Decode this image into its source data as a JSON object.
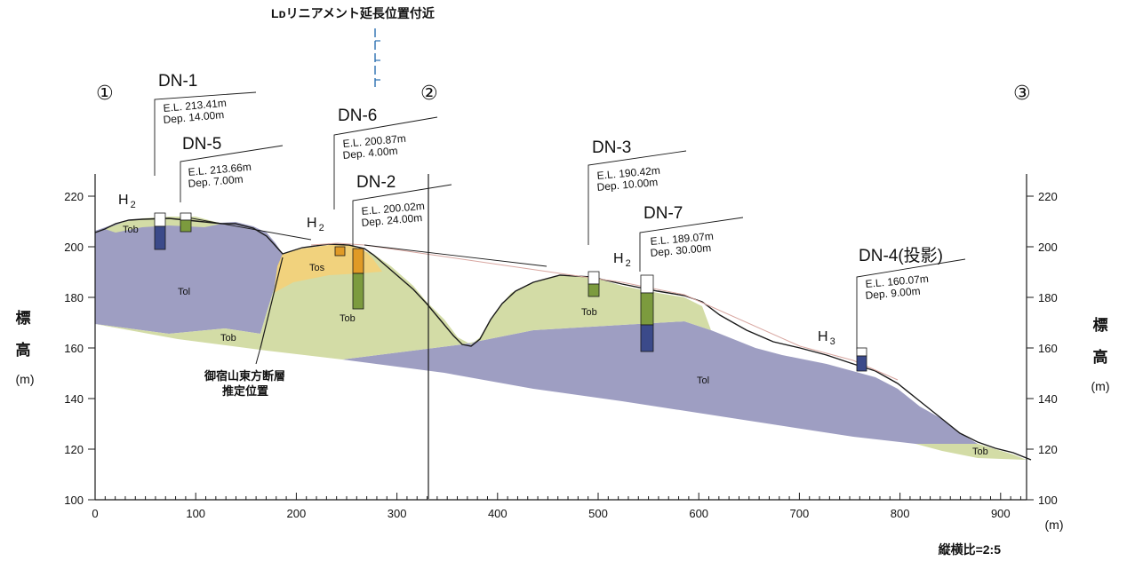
{
  "top_label": "Lᴅリニアメント延長位置付近",
  "section_markers": [
    "①",
    "②",
    "③"
  ],
  "axis": {
    "y_title_left": [
      "標",
      "高",
      "(m)"
    ],
    "y_title_right": [
      "標",
      "高",
      "(m)"
    ],
    "x_unit": "(m)",
    "x_ticks": [
      "0",
      "100",
      "200",
      "300",
      "400",
      "500",
      "600",
      "700",
      "800",
      "900"
    ],
    "y_ticks": [
      "100",
      "120",
      "140",
      "160",
      "180",
      "200",
      "220"
    ],
    "ratio": "縦横比=2:5"
  },
  "terraces": [
    {
      "main": "H",
      "sub": "2"
    },
    {
      "main": "H",
      "sub": "2"
    },
    {
      "main": "H",
      "sub": "2"
    },
    {
      "main": "H",
      "sub": "3"
    }
  ],
  "boreholes": [
    {
      "name": "DN-1",
      "el": "E.L. 213.41m",
      "dep": "Dep. 14.00m"
    },
    {
      "name": "DN-5",
      "el": "E.L. 213.66m",
      "dep": "Dep. 7.00m"
    },
    {
      "name": "DN-6",
      "el": "E.L. 200.87m",
      "dep": "Dep. 4.00m"
    },
    {
      "name": "DN-2",
      "el": "E.L. 200.02m",
      "dep": "Dep. 24.00m"
    },
    {
      "name": "DN-3",
      "el": "E.L. 190.42m",
      "dep": "Dep. 10.00m"
    },
    {
      "name": "DN-7",
      "el": "E.L. 189.07m",
      "dep": "Dep. 30.00m"
    },
    {
      "name": "DN-4(投影)",
      "el": "E.L. 160.07m",
      "dep": "Dep. 9.00m"
    }
  ],
  "units": {
    "tob": "Tob",
    "tol": "Tol",
    "tos": "Tos"
  },
  "fault_label": [
    "御宿山東方断層",
    "推定位置"
  ],
  "colors": {
    "tol": "#9e9ec2",
    "tob": "#d3dca6",
    "tos": "#f1d27d",
    "core_tob": "#7c9b3e",
    "core_tol": "#3b4a8a",
    "core_tos": "#e09a26",
    "lineament": "#2a6fb0"
  }
}
